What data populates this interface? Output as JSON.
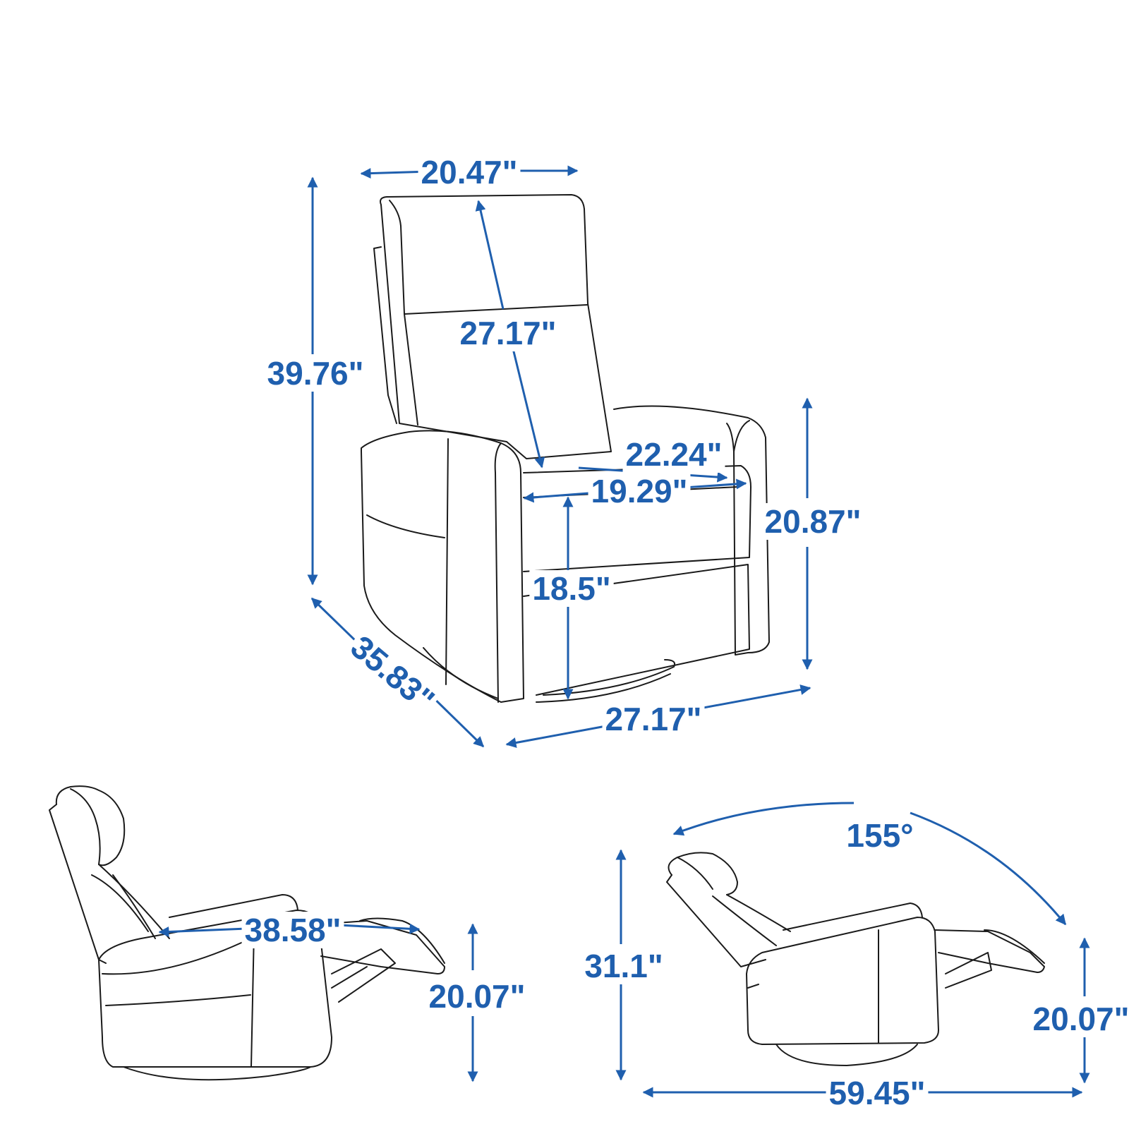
{
  "colors": {
    "dimension": "#1f5fae",
    "outline": "#1a1a1a",
    "background": "#ffffff"
  },
  "views": {
    "front": {
      "top_width": "20.47\"",
      "total_height": "39.76\"",
      "backrest_height": "27.17\"",
      "seat_depth": "22.24\"",
      "seat_width": "19.29\"",
      "arm_height": "20.87\"",
      "seat_height": "18.5\"",
      "depth": "35.83\"",
      "width": "27.17\""
    },
    "recline_side": {
      "length": "38.58\"",
      "footrest_height": "20.07\""
    },
    "recline_angle": {
      "angle": "155°",
      "height": "31.1\"",
      "footrest_height": "20.07\"",
      "length": "59.45\""
    }
  }
}
